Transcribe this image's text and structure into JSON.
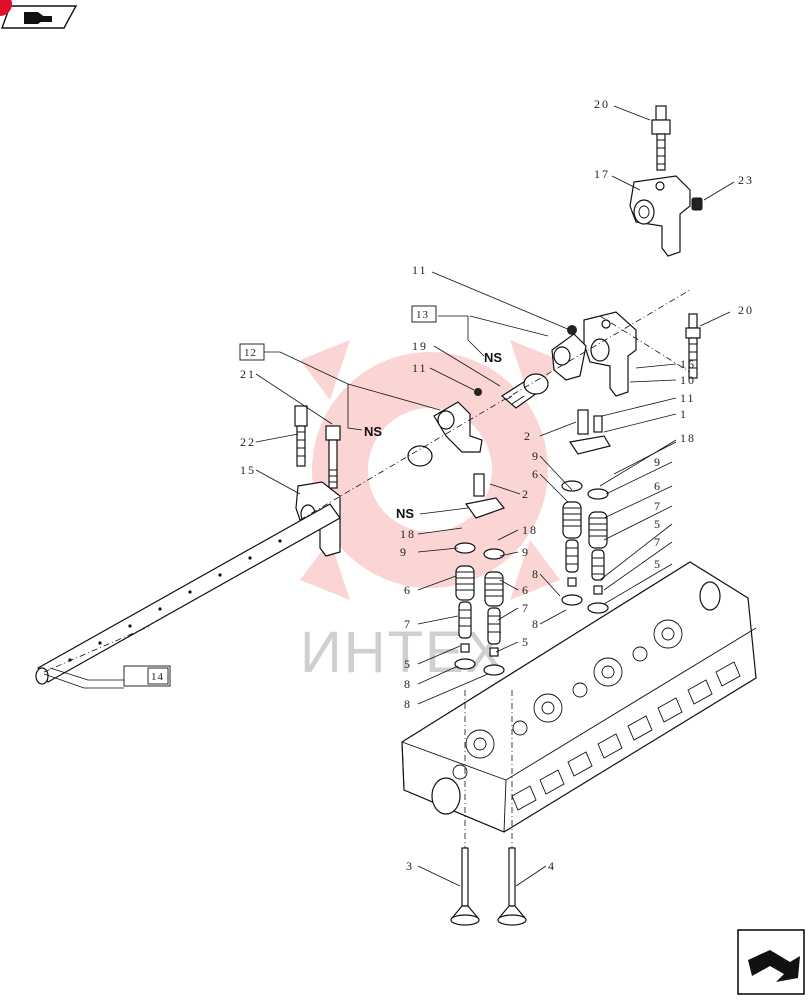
{
  "watermark": {
    "text": "ИНТЕХ",
    "color": "#f04040"
  },
  "nav": {
    "top_left": "arrow-back-icon",
    "bottom_right": "arrow-forward-icon"
  },
  "callouts": {
    "c20a": "20",
    "c17": "17",
    "c23": "23",
    "c11a": "11",
    "c13": "13",
    "c20b": "20",
    "c19": "19",
    "c16": "16",
    "c12": "12",
    "c11b": "11",
    "c10": "10",
    "c21": "21",
    "c11c": "11",
    "c1": "1",
    "c2a": "2",
    "c22": "22",
    "c18a": "18",
    "c9a": "9",
    "c15": "15",
    "c6a": "6",
    "c2b": "2",
    "c6b": "6",
    "c7a": "7",
    "c18b": "18",
    "c5a": "5",
    "c18c": "18",
    "c9b": "9",
    "c7b": "7",
    "c6c": "6",
    "c9c": "9",
    "c5b": "5",
    "c6d": "6",
    "c8a": "8",
    "c7c": "7",
    "c7d": "7",
    "c8b": "8",
    "c5c": "5",
    "c5d": "5",
    "c8c": "8",
    "c8d": "8",
    "c14": "14",
    "c3": "3",
    "c4": "4"
  },
  "ns_labels": {
    "ns1": "NS",
    "ns2": "NS",
    "ns3": "NS"
  }
}
